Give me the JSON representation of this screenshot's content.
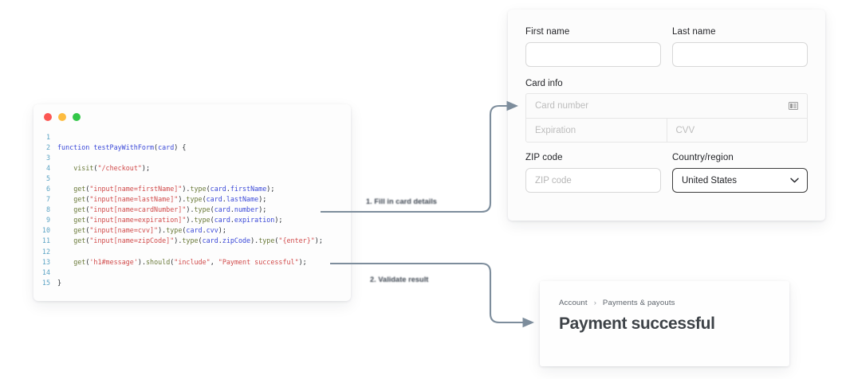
{
  "code_panel": {
    "window_dots": [
      "close-red",
      "minimize-yellow",
      "maximize-green"
    ],
    "language": "javascript",
    "lines": [
      {
        "n": "1",
        "text": ""
      },
      {
        "n": "2",
        "text": "function testPayWithForm(card) {"
      },
      {
        "n": "3",
        "text": ""
      },
      {
        "n": "4",
        "text": "    visit(\"/checkout\");"
      },
      {
        "n": "5",
        "text": ""
      },
      {
        "n": "6",
        "text": "    get(\"input[name=firstName]\").type(card.firstName);"
      },
      {
        "n": "7",
        "text": "    get(\"input[name=lastName]\").type(card.lastName);"
      },
      {
        "n": "8",
        "text": "    get(\"input[name=cardNumber]\").type(card.number);"
      },
      {
        "n": "9",
        "text": "    get(\"input[name=expiration]\").type(card.expiration);"
      },
      {
        "n": "10",
        "text": "    get(\"input[name=cvv]\").type(card.cvv);"
      },
      {
        "n": "11",
        "text": "    get(\"input[name=zipCode]\").type(card.zipCode).type(\"{enter}\");"
      },
      {
        "n": "12",
        "text": ""
      },
      {
        "n": "13",
        "text": "    get('h1#message').should(\"include\", \"Payment successful\");"
      },
      {
        "n": "14",
        "text": ""
      },
      {
        "n": "15",
        "text": "}"
      }
    ]
  },
  "form_panel": {
    "first_name": {
      "label": "First name",
      "value": "",
      "placeholder": ""
    },
    "last_name": {
      "label": "Last name",
      "value": "",
      "placeholder": ""
    },
    "card_info": {
      "label": "Card info",
      "card_number": {
        "placeholder": "Card number",
        "value": "",
        "icon": "card-icon"
      },
      "expiration": {
        "placeholder": "Expiration",
        "value": ""
      },
      "cvv": {
        "placeholder": "CVV",
        "value": ""
      }
    },
    "zip_code": {
      "label": "ZIP code",
      "placeholder": "ZIP code",
      "value": ""
    },
    "country": {
      "label": "Country/region",
      "selected": "United States",
      "icon": "chevron-down-icon"
    }
  },
  "result_panel": {
    "breadcrumb": {
      "items": [
        "Account",
        "Payments & payouts"
      ],
      "separator": "›"
    },
    "title": "Payment successful"
  },
  "annotations": [
    {
      "id": "step-1",
      "text": "1. Fill in card details"
    },
    {
      "id": "step-2",
      "text": "2. Validate result"
    }
  ],
  "colors": {
    "background": "#ffffff",
    "connector": "#7d8d9c",
    "keyword": "#3b49d8",
    "function": "#6b7a3a",
    "string": "#d14b4b",
    "line_number": "#5ba3c4",
    "dot_red": "#fc5753",
    "dot_yellow": "#fdbc40",
    "dot_green": "#33c748"
  }
}
